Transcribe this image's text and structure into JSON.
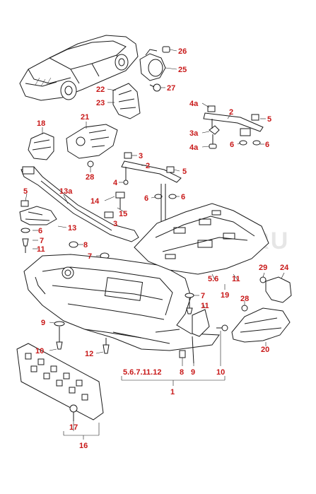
{
  "diagram": {
    "watermark": "PARTS.RU",
    "callouts": {
      "c26": "26",
      "c25": "25",
      "c27": "27",
      "c22": "22",
      "c23": "23",
      "c18": "18",
      "c21": "21",
      "c28a": "28",
      "c4a_top": "4a",
      "c2_top": "2",
      "c5_top": "5",
      "c3a": "3a",
      "c4a_bot": "4a",
      "c6_r1": "6",
      "c6_r2": "6",
      "c3_mid": "3",
      "c2_mid": "2",
      "c4_mid": "4",
      "c5_mid": "5",
      "c6_m1": "6",
      "c6_m2": "6",
      "c5_left": "5",
      "c13a": "13a",
      "c14": "14",
      "c15": "15",
      "c3_low": "3",
      "c6_left": "6",
      "c7_left": "7",
      "c13": "13",
      "c11_left": "11",
      "c8_left": "8",
      "c7_mid": "7",
      "c29": "29",
      "c24": "24",
      "c56_r": "5.6",
      "c11_r": "11",
      "c19": "19",
      "c7_r": "7",
      "c11_r2": "11",
      "c28b": "28",
      "c20": "20",
      "c9": "9",
      "c10_left": "10",
      "c12": "12",
      "c8_bot": "8",
      "c9_bot": "9",
      "c10_bot": "10",
      "c567": "5.6.7.11.12",
      "c1": "1",
      "c17": "17",
      "c16": "16"
    }
  }
}
